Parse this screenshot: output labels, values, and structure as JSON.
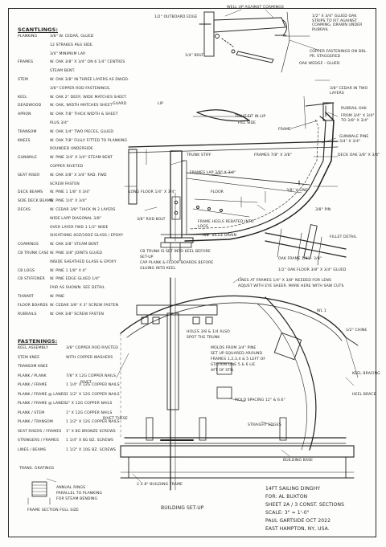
{
  "title_block": {
    "line1": "14ft Sailing Dinghy",
    "line2": "for: Al Buxton",
    "line3": "Sheet 2A / 3  Const. Sections",
    "line4": "Scale: 3\" = 1'-0\"",
    "line5": "Paul Gartside  Oct 2022",
    "line6": "East Hampton, NY, USA."
  },
  "scantlings": {
    "heading": "Scantlings:",
    "rows": [
      {
        "label": "Planking",
        "value": "3/8\" W. Cedar, Glued"
      },
      {
        "label": "",
        "value": "12 Strakes P&S Side."
      },
      {
        "label": "",
        "value": "3/4\" Minimum Lap."
      },
      {
        "label": "Frames",
        "value": "W. Oak 3/8\" x 3/4\" on 6 1/4\" Centres"
      },
      {
        "label": "",
        "value": "Steam Bent."
      },
      {
        "label": "Stem",
        "value": "W. Oak 3/8\" in Three Layers As Dwgd."
      },
      {
        "label": "",
        "value": "3/8\" Copper Rod Fastenings."
      },
      {
        "label": "Keel",
        "value": "W. Oak 2\" Deep, Wide Matches Sheet."
      },
      {
        "label": "Deadwood",
        "value": "W. Oak, Width Matches Sheet"
      },
      {
        "label": "Apron",
        "value": "W. Oak 7/8\" Thick Width & Sheet"
      },
      {
        "label": "",
        "value": "Plus 3/4\""
      },
      {
        "label": "Transom",
        "value": "W. Oak 1/4\" Two Pieces, Glued"
      },
      {
        "label": "Knees",
        "value": "W. Oak 7/8\" Fully Fitted to Planking"
      },
      {
        "label": "",
        "value": "Rounded Underside"
      },
      {
        "label": "Gunwale",
        "value": "W. Pine 3/4\" x 3/4\" Steam Bent"
      },
      {
        "label": "",
        "value": "Copper Riveted"
      },
      {
        "label": "Seat Riser",
        "value": "W. Oak 3/8\" x 3/4\" Rad. Fwd"
      },
      {
        "label": "",
        "value": "Screw Fasten"
      },
      {
        "label": "Deck Beams",
        "value": "W. Pine 1 1/8\" x 3/4\""
      },
      {
        "label": "Side Deck Beams",
        "value": "W. Pine 1/4\" x 3/4\""
      },
      {
        "label": "Decks",
        "value": "W. Cedar 3/8\" Thick in 2 Layers"
      },
      {
        "label": "",
        "value": "Wide Lapp Diagonal 3/8\""
      },
      {
        "label": "",
        "value": "Over Layer Fwd 1 1/2\" Wide"
      },
      {
        "label": "",
        "value": "Sheathing 4oz/10oz Glass / Epoxy"
      },
      {
        "label": "Coamings",
        "value": "W. Oak 3/8\" Steam Bent"
      },
      {
        "label": "CB Trunk Case",
        "value": "W. Pine 3/8\" Joints Glued"
      },
      {
        "label": "",
        "value": "Inside Sheathed Glass & Epoxy"
      },
      {
        "label": "CB Logs",
        "value": "W. Pine 1 1/8\" x 4\""
      },
      {
        "label": "CB Stiffener",
        "value": "W. Pine Edge Glued 1/4\""
      },
      {
        "label": "",
        "value": "Fair as Shown. See Detail"
      },
      {
        "label": "Thwart",
        "value": "W. Pine"
      },
      {
        "label": "Floor Boards",
        "value": "W. Cedar 3/8\" x 3\" Screw Fasten"
      },
      {
        "label": "Rubrails",
        "value": "W. Oak 3/8\" Screw Fasten"
      }
    ]
  },
  "fastenings": {
    "heading": "Fastenings:",
    "rows": [
      {
        "label": "Keel Assembly",
        "value": "3/8\" Copper Rod Riveted"
      },
      {
        "label": "Stem Knee",
        "value": "with Copper Washers"
      },
      {
        "label": "Transom Knee",
        "value": ""
      },
      {
        "label": "Plank / Plank",
        "value": "7/8\" x 12g Copper Nails"
      },
      {
        "label": "Plank / Frame",
        "value": "1 1/4\" x 12g Copper Nails"
      },
      {
        "label": "Plank / Frame @ Lands",
        "value": "1 1/2\" x 12g Copper Nails"
      },
      {
        "label": "Plank / Frame @ Lands",
        "value": "2\" x 12g Copper Nails"
      },
      {
        "label": "Plank / Stem",
        "value": "1\" x 12g Copper Nails"
      },
      {
        "label": "Plank / Transom",
        "value": "1 1/2\" x 12g Copper Nails"
      },
      {
        "label": "Seat Risers / Frames",
        "value": "1\" x 8g Bronze Screws"
      },
      {
        "label": "Stringers / Frames",
        "value": "1 1/4\" x 8g Bz. Screws"
      },
      {
        "label": "Lines / Beams",
        "value": "1 1/2\" x 10g Bz. Screws"
      }
    ],
    "note_rivets": "Rivet",
    "note_rivet_these": "Rivet These"
  },
  "top_details": {
    "clamp_note": "Well Up Against Coamings",
    "cap_note": "1/2\" Outboard Edge",
    "coaming_note": "1/2\" x 3/4\" Glued Oak Strips to Fit Against Coaming, Drawn Under Rubrail",
    "fastenings_note": "Copper Fastenings on Dbl. Pr. Staggered",
    "oak_wedge": "Oak Wedge - Glued",
    "sheer_note": "3/8\" Cedar in Two Layers",
    "rubrail": "Rubrail Oak",
    "rubrail2": "From 3/4\" x 3/4\" to 3/8\" x 3/4\"",
    "gunwale_label": "Gunwale Pine 3/4\" x 3/4\"",
    "knee_note": "Deck Oak 3/8\" x 3/4\""
  },
  "section_labels": {
    "lip_note": "Tight Fit in Lip",
    "king_plank": "Fill Side",
    "frame": "Frame",
    "trunk_stringer": "Trunk Stiff",
    "frames_label": "Frames 7/8\" x 3/8\"",
    "frame_2": "Frames Lap 3/8\" x 3/4\"",
    "floor": "Floor",
    "long_floor": "Long Floor 1/4\" x 3/4\"",
    "keel_bolts": "3/8\" Rod Bolt",
    "frame_heels": "Frame Heels Rebated into Logs",
    "bilge_drains": "3/8\" Bilge Drain",
    "v_line": "3/8\" V-Line",
    "cb_bolt": "3/8\" Pin",
    "fillet": "Fillet Detail",
    "frame_note": "Oak Frame 1/4\" - 3/8\"",
    "floor_note": "1/2\" Oak Floor 3/8\" x 3/4\" Glued"
  },
  "cb_note": {
    "line1": "CB Trunk is Set into Keel Before",
    "line2": "Set-Up",
    "line3": "Cap Plank & Floor Boards Before",
    "line4": "Gluing into Keel"
  },
  "setup": {
    "lines_note_1": "Lines at Frames 1/4\" x 3/8\" Needed for Lens",
    "lines_note_2": "Adjust with Eye Sheer. Mark Here with Saw Cuts",
    "wl": "WL 1",
    "mold_note_1": "Molds from 3/4\" Pine",
    "mold_note_2": "Set Up Squared Around",
    "mold_note_3": "Frames 1,2,3,4 & 5 Left of",
    "mold_note_4": "Station Line  5 & 6 Lie",
    "mold_note_5": "Aft of Stn.",
    "holes_note": "Holes 3/8 & 1/4 Also",
    "holes_note2": "Spot the Trunk",
    "mold_spacing": "Mold Spacing 12\" & 6.6\"",
    "straight_edges": "Straight Edges",
    "building_base": "Building Base",
    "building_frame": "2 x 8\" Building Frame",
    "set_up_label": "Building Set-Up",
    "keel_braces": "Keel Bracing",
    "seat_braces": "Heel Brace"
  },
  "detail_box": {
    "heading": "Trans. Gratings",
    "note1": "Annual Rings",
    "note2": "Parallel to Planking",
    "note3": "for Steam Bending",
    "section": "Frame Section Full Size"
  },
  "misc": {
    "transom_note": "1/2\" Chine",
    "lip": "Lip",
    "guard": "Guard",
    "t_nut": "1/4\" Bolt"
  }
}
